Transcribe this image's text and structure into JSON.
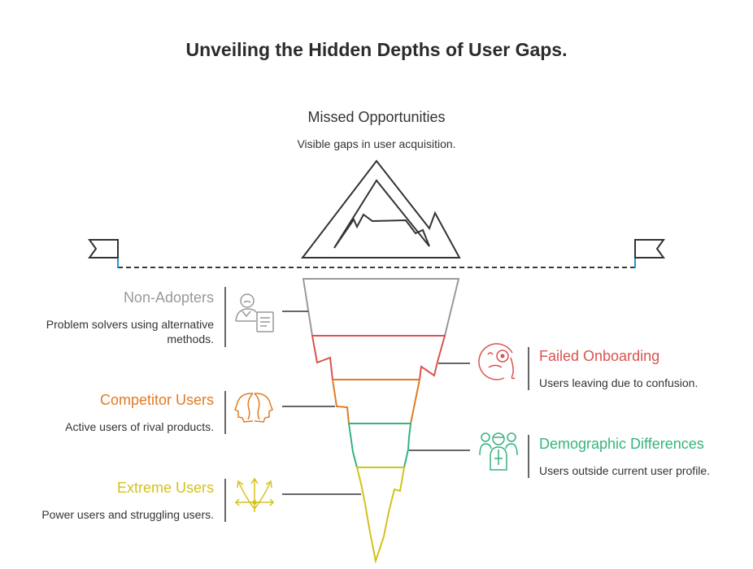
{
  "title": "Unveiling the Hidden Depths of User Gaps.",
  "top": {
    "heading": "Missed Opportunities",
    "description": "Visible gaps in user acquisition."
  },
  "layers": [
    {
      "heading": "Non-Adopters",
      "description_lines": [
        "Problem solvers using alternative",
        "methods."
      ],
      "side": "left",
      "color": "#999999",
      "icon": "person-document-icon"
    },
    {
      "heading": "Failed Onboarding",
      "description_lines": [
        "Users leaving due to confusion."
      ],
      "side": "right",
      "color": "#d9534f",
      "icon": "confused-face-icon"
    },
    {
      "heading": "Competitor Users",
      "description_lines": [
        "Active users of rival products."
      ],
      "side": "left",
      "color": "#e07b24",
      "icon": "two-heads-icon"
    },
    {
      "heading": "Demographic Differences",
      "description_lines": [
        "Users outside current user profile."
      ],
      "side": "right",
      "color": "#36b37e",
      "icon": "group-people-icon"
    },
    {
      "heading": "Extreme Users",
      "description_lines": [
        "Power users and struggling users."
      ],
      "side": "left",
      "color": "#d4c21a",
      "icon": "diverging-arrows-icon"
    }
  ],
  "colors": {
    "waterline": "#3a3a3a",
    "flag_pole": "#1a9ad6",
    "iceberg_tip": "#333333",
    "text": "#333333"
  }
}
